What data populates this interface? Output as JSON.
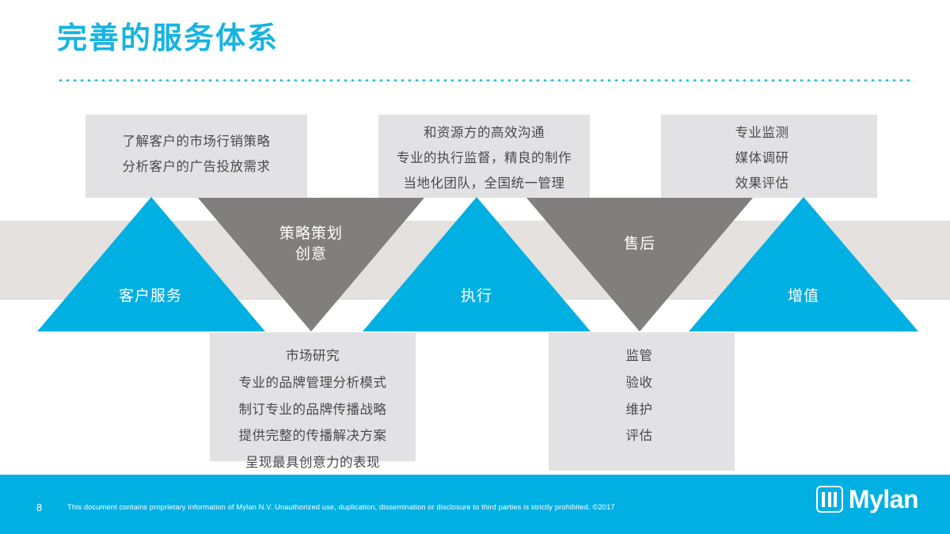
{
  "slide": {
    "title": "完善的服务体系",
    "accent_color": "#00B0E3",
    "title_color": "#17B4E0",
    "gray_triangle_color": "#807F7E",
    "band_color": "#E4E1DE",
    "box_color": "#E2E2E4"
  },
  "top_boxes": [
    {
      "name": "customer-service-box",
      "lines": [
        "了解客户的市场行销策略",
        "分析客户的广告投放需求"
      ]
    },
    {
      "name": "execution-box",
      "lines": [
        "和资源方的高效沟通",
        "专业的执行监督，精良的制作",
        "当地化团队，全国统一管理"
      ]
    },
    {
      "name": "value-added-box",
      "lines": [
        "专业监测",
        "媒体调研",
        "效果评估"
      ]
    }
  ],
  "bottom_boxes": [
    {
      "name": "strategy-box",
      "lines": [
        "市场研究",
        "专业的品牌管理分析模式",
        "制订专业的品牌传播战略",
        "提供完整的传播解决方案",
        "呈现最具创意力的表现"
      ]
    },
    {
      "name": "after-sales-box",
      "lines": [
        "监管",
        "验收",
        "维护",
        "评估"
      ]
    }
  ],
  "triangles": [
    {
      "name": "customer-service-triangle",
      "label": "客户服务",
      "direction": "up",
      "color": "#00B0E3"
    },
    {
      "name": "strategy-triangle",
      "label": "策略策划\n创意",
      "direction": "down",
      "color": "#807F7E"
    },
    {
      "name": "execution-triangle",
      "label": "执行",
      "direction": "up",
      "color": "#00B0E3"
    },
    {
      "name": "after-sales-triangle",
      "label": "售后",
      "direction": "down",
      "color": "#807F7E"
    },
    {
      "name": "value-added-triangle",
      "label": "增值",
      "direction": "up",
      "color": "#00B0E3"
    }
  ],
  "footer": {
    "page_number": "8",
    "disclaimer": "This document contains proprietary information of Mylan N.V. Unauthorized use, duplication, dissemination or disclosure to third parties is strictly prohibited. ©2017",
    "logo_text": "Mylan"
  }
}
